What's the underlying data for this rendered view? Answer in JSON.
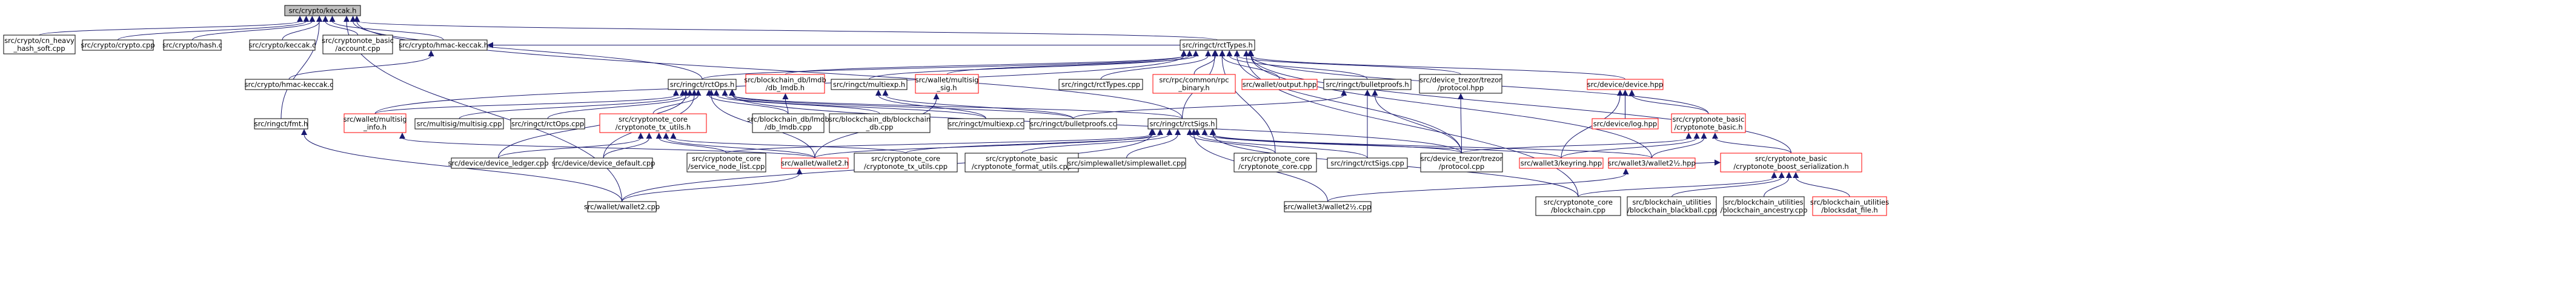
{
  "graph": {
    "type": "include-dependency-graph",
    "edge_color": "#191970",
    "node_border_color": "#000000",
    "missing_node_border_color": "#ff0000",
    "root_fill_color": "#bfbfbf",
    "nodes": {
      "keccak_h": {
        "lines": [
          "src/crypto/keccak.h"
        ],
        "root": true
      },
      "cn_heavy": {
        "lines": [
          "src/crypto/cn_heavy",
          "_hash_soft.cpp"
        ]
      },
      "crypto_cpp": {
        "lines": [
          "src/crypto/crypto.cpp"
        ]
      },
      "hash_c": {
        "lines": [
          "src/crypto/hash.c"
        ]
      },
      "keccak_c": {
        "lines": [
          "src/crypto/keccak.c"
        ]
      },
      "account_cpp": {
        "lines": [
          "src/cryptonote_basic",
          "/account.cpp"
        ]
      },
      "hmac_h": {
        "lines": [
          "src/crypto/hmac-keccak.h"
        ]
      },
      "rctTypes_h": {
        "lines": [
          "src/ringct/rctTypes.h"
        ]
      },
      "hmac_c": {
        "lines": [
          "src/crypto/hmac-keccak.c"
        ]
      },
      "rctOps_h": {
        "lines": [
          "src/ringct/rctOps.h"
        ]
      },
      "lmdb_h": {
        "lines": [
          "src/blockchain_db/lmdb",
          "/db_lmdb.h"
        ],
        "missing": true
      },
      "multiexp_h": {
        "lines": [
          "src/ringct/multiexp.h"
        ]
      },
      "multisig_sig_h": {
        "lines": [
          "src/wallet/multisig",
          "_sig.h"
        ],
        "missing": true
      },
      "rctTypes_cpp": {
        "lines": [
          "src/ringct/rctTypes.cpp"
        ]
      },
      "rpc_binary_h": {
        "lines": [
          "src/rpc/common/rpc",
          "_binary.h"
        ],
        "missing": true
      },
      "output_hpp": {
        "lines": [
          "src/wallet/output.hpp"
        ],
        "missing": true
      },
      "bulletproofs_h": {
        "lines": [
          "src/ringct/bulletproofs.h"
        ]
      },
      "trezor_protocol_hpp": {
        "lines": [
          "src/device_trezor/trezor",
          "/protocol.hpp"
        ]
      },
      "device_hpp": {
        "lines": [
          "src/device/device.hpp"
        ],
        "missing": true
      },
      "fmt_h": {
        "lines": [
          "src/ringct/fmt.h"
        ]
      },
      "multisig_info_h": {
        "lines": [
          "src/wallet/multisig",
          "_info.h"
        ],
        "missing": true
      },
      "multisig_cpp": {
        "lines": [
          "src/multisig/multisig.cpp"
        ]
      },
      "rctOps_cpp": {
        "lines": [
          "src/ringct/rctOps.cpp"
        ]
      },
      "tx_utils_h": {
        "lines": [
          "src/cryptonote_core",
          "/cryptonote_tx_utils.h"
        ],
        "missing": true
      },
      "lmdb_cpp": {
        "lines": [
          "src/blockchain_db/lmdb",
          "/db_lmdb.cpp"
        ]
      },
      "blockchain_db_cpp": {
        "lines": [
          "src/blockchain_db/blockchain",
          "_db.cpp"
        ]
      },
      "multiexp_cc": {
        "lines": [
          "src/ringct/multiexp.cc"
        ]
      },
      "bulletproofs_cc": {
        "lines": [
          "src/ringct/bulletproofs.cc"
        ]
      },
      "rctSigs_h": {
        "lines": [
          "src/ringct/rctSigs.h"
        ]
      },
      "log_hpp": {
        "lines": [
          "src/device/log.hpp"
        ],
        "missing": true
      },
      "basic_h": {
        "lines": [
          "src/cryptonote_basic",
          "/cryptonote_basic.h"
        ],
        "missing": true
      },
      "device_ledger_cpp": {
        "lines": [
          "src/device/device_ledger.cpp"
        ]
      },
      "device_default_cpp": {
        "lines": [
          "src/device/device_default.cpp"
        ]
      },
      "service_node_list_cpp": {
        "lines": [
          "src/cryptonote_core",
          "/service_node_list.cpp"
        ]
      },
      "wallet2_h": {
        "lines": [
          "src/wallet/wallet2.h"
        ],
        "missing": true
      },
      "tx_utils_cpp": {
        "lines": [
          "src/cryptonote_core",
          "/cryptonote_tx_utils.cpp"
        ]
      },
      "format_utils_cpp": {
        "lines": [
          "src/cryptonote_basic",
          "/cryptonote_format_utils.cpp"
        ]
      },
      "simplewallet_cpp": {
        "lines": [
          "src/simplewallet/simplewallet.cpp"
        ]
      },
      "core_cpp": {
        "lines": [
          "src/cryptonote_core",
          "/cryptonote_core.cpp"
        ]
      },
      "rctSigs_cpp": {
        "lines": [
          "src/ringct/rctSigs.cpp"
        ]
      },
      "trezor_protocol_cpp": {
        "lines": [
          "src/device_trezor/trezor",
          "/protocol.cpp"
        ]
      },
      "keyring_hpp": {
        "lines": [
          "src/wallet3/keyring.hpp"
        ],
        "missing": true
      },
      "wallet2x_hpp": {
        "lines": [
          "src/wallet3/wallet2½.hpp"
        ],
        "missing": true
      },
      "boost_ser_h": {
        "lines": [
          "src/cryptonote_basic",
          "/cryptonote_boost_serialization.h"
        ],
        "missing": true
      },
      "wallet2_cpp": {
        "lines": [
          "src/wallet/wallet2.cpp"
        ]
      },
      "wallet2x_cpp": {
        "lines": [
          "src/wallet3/wallet2½.cpp"
        ]
      },
      "blockchain_cpp": {
        "lines": [
          "src/cryptonote_core",
          "/blockchain.cpp"
        ]
      },
      "blackball_cpp": {
        "lines": [
          "src/blockchain_utilities",
          "/blockchain_blackball.cpp"
        ]
      },
      "ancestry_cpp": {
        "lines": [
          "src/blockchain_utilities",
          "/blockchain_ancestry.cpp"
        ]
      },
      "blocksdat_h": {
        "lines": [
          "src/blockchain_utilities",
          "/blocksdat_file.h"
        ],
        "missing": true
      }
    },
    "edges": [
      [
        "keccak_h",
        "cn_heavy"
      ],
      [
        "keccak_h",
        "crypto_cpp"
      ],
      [
        "keccak_h",
        "hash_c"
      ],
      [
        "keccak_h",
        "keccak_c"
      ],
      [
        "keccak_h",
        "account_cpp"
      ],
      [
        "keccak_h",
        "hmac_h"
      ],
      [
        "keccak_h",
        "rctTypes_h"
      ],
      [
        "keccak_h",
        "fmt_h"
      ],
      [
        "keccak_h",
        "rctOps_h"
      ],
      [
        "keccak_h",
        "wallet2_cpp"
      ],
      [
        "keccak_h",
        "rctSigs_h"
      ],
      [
        "hmac_h",
        "hmac_c"
      ],
      [
        "hmac_h",
        "rctTypes_h"
      ],
      [
        "rctTypes_h",
        "rctOps_h"
      ],
      [
        "rctTypes_h",
        "lmdb_h"
      ],
      [
        "rctTypes_h",
        "multiexp_h"
      ],
      [
        "rctTypes_h",
        "multisig_sig_h"
      ],
      [
        "rctTypes_h",
        "rctTypes_cpp"
      ],
      [
        "rctTypes_h",
        "rpc_binary_h"
      ],
      [
        "rctTypes_h",
        "output_hpp"
      ],
      [
        "rctTypes_h",
        "bulletproofs_h"
      ],
      [
        "rctTypes_h",
        "trezor_protocol_hpp"
      ],
      [
        "rctTypes_h",
        "device_hpp"
      ],
      [
        "rctTypes_h",
        "basic_h"
      ],
      [
        "rctTypes_h",
        "boost_ser_h"
      ],
      [
        "rctTypes_h",
        "rctSigs_h"
      ],
      [
        "rctTypes_h",
        "multisig_info_h"
      ],
      [
        "rctTypes_h",
        "wallet2x_hpp"
      ],
      [
        "rctTypes_h",
        "trezor_protocol_cpp"
      ],
      [
        "rctTypes_h",
        "core_cpp"
      ],
      [
        "rctTypes_h",
        "blockchain_cpp"
      ],
      [
        "rctOps_h",
        "multisig_info_h"
      ],
      [
        "rctOps_h",
        "multisig_cpp"
      ],
      [
        "rctOps_h",
        "rctOps_cpp"
      ],
      [
        "rctOps_h",
        "tx_utils_h"
      ],
      [
        "rctOps_h",
        "lmdb_cpp"
      ],
      [
        "rctOps_h",
        "blockchain_db_cpp"
      ],
      [
        "rctOps_h",
        "multiexp_cc"
      ],
      [
        "rctOps_h",
        "bulletproofs_cc"
      ],
      [
        "rctOps_h",
        "rctSigs_h"
      ],
      [
        "rctOps_h",
        "device_ledger_cpp"
      ],
      [
        "rctOps_h",
        "device_default_cpp"
      ],
      [
        "rctOps_h",
        "wallet2_h"
      ],
      [
        "rctOps_h",
        "trezor_protocol_cpp"
      ],
      [
        "lmdb_h",
        "lmdb_cpp"
      ],
      [
        "multiexp_h",
        "multiexp_cc"
      ],
      [
        "multiexp_h",
        "bulletproofs_cc"
      ],
      [
        "multisig_sig_h",
        "wallet2_h"
      ],
      [
        "multisig_info_h",
        "wallet2_h"
      ],
      [
        "bulletproofs_h",
        "bulletproofs_cc"
      ],
      [
        "bulletproofs_h",
        "rctSigs_cpp"
      ],
      [
        "bulletproofs_h",
        "trezor_protocol_cpp"
      ],
      [
        "trezor_protocol_hpp",
        "trezor_protocol_cpp"
      ],
      [
        "device_hpp",
        "log_hpp"
      ],
      [
        "device_hpp",
        "basic_h"
      ],
      [
        "device_hpp",
        "keyring_hpp"
      ],
      [
        "fmt_h",
        "wallet2_cpp"
      ],
      [
        "tx_utils_h",
        "device_ledger_cpp"
      ],
      [
        "tx_utils_h",
        "device_default_cpp"
      ],
      [
        "tx_utils_h",
        "service_node_list_cpp"
      ],
      [
        "tx_utils_h",
        "wallet2_h"
      ],
      [
        "tx_utils_h",
        "tx_utils_cpp"
      ],
      [
        "rctSigs_h",
        "service_node_list_cpp"
      ],
      [
        "rctSigs_h",
        "wallet2_h"
      ],
      [
        "rctSigs_h",
        "tx_utils_cpp"
      ],
      [
        "rctSigs_h",
        "format_utils_cpp"
      ],
      [
        "rctSigs_h",
        "simplewallet_cpp"
      ],
      [
        "rctSigs_h",
        "core_cpp"
      ],
      [
        "rctSigs_h",
        "rctSigs_cpp"
      ],
      [
        "rctSigs_h",
        "trezor_protocol_cpp"
      ],
      [
        "rctSigs_h",
        "keyring_hpp"
      ],
      [
        "rctSigs_h",
        "wallet2x_hpp"
      ],
      [
        "rctSigs_h",
        "wallet2_cpp"
      ],
      [
        "rctSigs_h",
        "wallet2x_cpp"
      ],
      [
        "rctSigs_h",
        "blockchain_cpp"
      ],
      [
        "basic_h",
        "keyring_hpp"
      ],
      [
        "basic_h",
        "wallet2x_hpp"
      ],
      [
        "basic_h",
        "boost_ser_h"
      ],
      [
        "basic_h",
        "trezor_protocol_cpp"
      ],
      [
        "wallet2_h",
        "wallet2_cpp"
      ],
      [
        "wallet2x_hpp",
        "wallet2x_cpp"
      ],
      [
        "boost_ser_h",
        "blockchain_cpp"
      ],
      [
        "boost_ser_h",
        "blackball_cpp"
      ],
      [
        "boost_ser_h",
        "ancestry_cpp"
      ],
      [
        "boost_ser_h",
        "blocksdat_h"
      ],
      [
        "boost_ser_h",
        "wallet2x_hpp"
      ]
    ]
  }
}
